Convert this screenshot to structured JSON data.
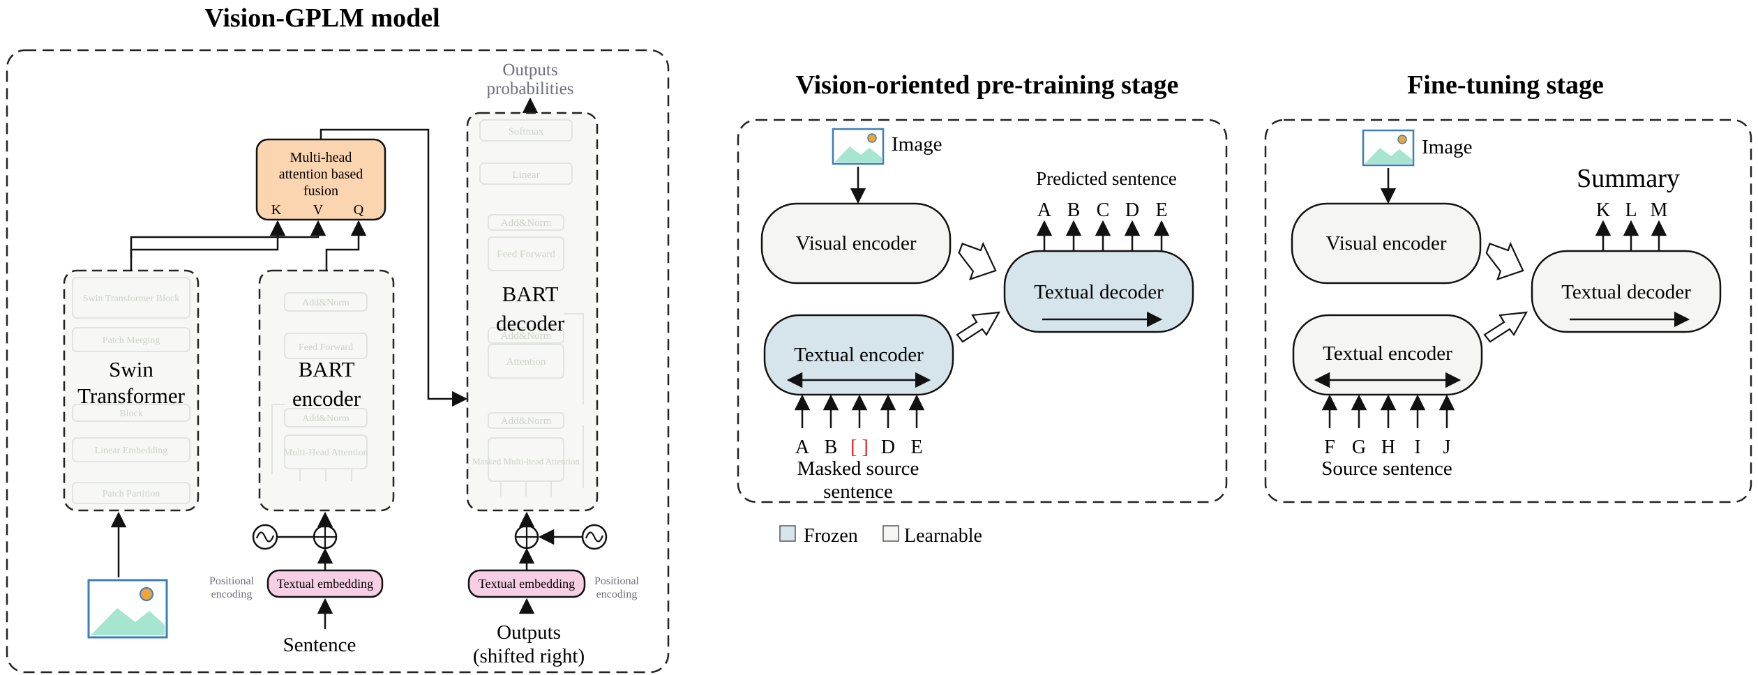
{
  "left_panel": {
    "title": "Vision-GPLM model",
    "outputs_probabilities_line1": "Outputs",
    "outputs_probabilities_line2": "probabilities",
    "fusion_line1": "Multi-head",
    "fusion_line2": "attention based",
    "fusion_line3": "fusion",
    "fusion_k": "K",
    "fusion_v": "V",
    "fusion_q": "Q",
    "swin_label_line1": "Swin",
    "swin_label_line2": "Transformer",
    "swin_blocks": [
      "Swin Transformer Block",
      "Patch Merging",
      "Linear Embedding",
      "Patch Partition"
    ],
    "swin_block_small": "Block",
    "bart_encoder_label_line1": "BART",
    "bart_encoder_label_line2": "encoder",
    "bart_encoder_blocks": [
      "Add&Norm",
      "Feed Forward",
      "Add&Norm",
      "Multi-Head Attention"
    ],
    "bart_decoder_label_line1": "BART",
    "bart_decoder_label_line2": "decoder",
    "bart_decoder_blocks": [
      "Softmax",
      "Linear",
      "Add&Norm",
      "Feed Forward",
      "Add&Norm",
      "Attention",
      "Add&Norm",
      "Masked Multi-head Attention"
    ],
    "textual_embedding_enc": "Textual embedding",
    "textual_embedding_dec": "Textual embedding",
    "positional_encoding_line1": "Positional",
    "positional_encoding_line2": "encoding",
    "sentence": "Sentence",
    "outputs_line1": "Outputs",
    "outputs_line2": "(shifted right)"
  },
  "pretrain_panel": {
    "title": "Vision-oriented pre-training stage",
    "image_label": "Image",
    "visual_encoder": "Visual encoder",
    "textual_encoder": "Textual encoder",
    "textual_decoder": "Textual decoder",
    "predicted_sentence": "Predicted sentence",
    "output_tokens": [
      "A",
      "B",
      "C",
      "D",
      "E"
    ],
    "input_tokens": [
      "A",
      "B",
      "[ ]",
      "D",
      "E"
    ],
    "input_caption_line1": "Masked source",
    "input_caption_line2": "sentence"
  },
  "finetune_panel": {
    "title": "Fine-tuning stage",
    "image_label": "Image",
    "visual_encoder": "Visual encoder",
    "textual_encoder": "Textual encoder",
    "textual_decoder": "Textual decoder",
    "summary": "Summary",
    "output_tokens": [
      "K",
      "L",
      "M"
    ],
    "input_tokens": [
      "F",
      "G",
      "H",
      "I",
      "J"
    ],
    "input_caption": "Source sentence"
  },
  "legend": {
    "frozen": "Frozen",
    "learnable": "Learnable"
  },
  "colors": {
    "frozen_fill": "#d6e4ec",
    "learnable_fill": "#f5f5f3",
    "fusion_fill": "#fbd5b0",
    "embedding_fill": "#f6cfe5",
    "mask_red": "#e02020",
    "faded_text": "#c9d3c8",
    "gray_text": "#6e6e80"
  }
}
